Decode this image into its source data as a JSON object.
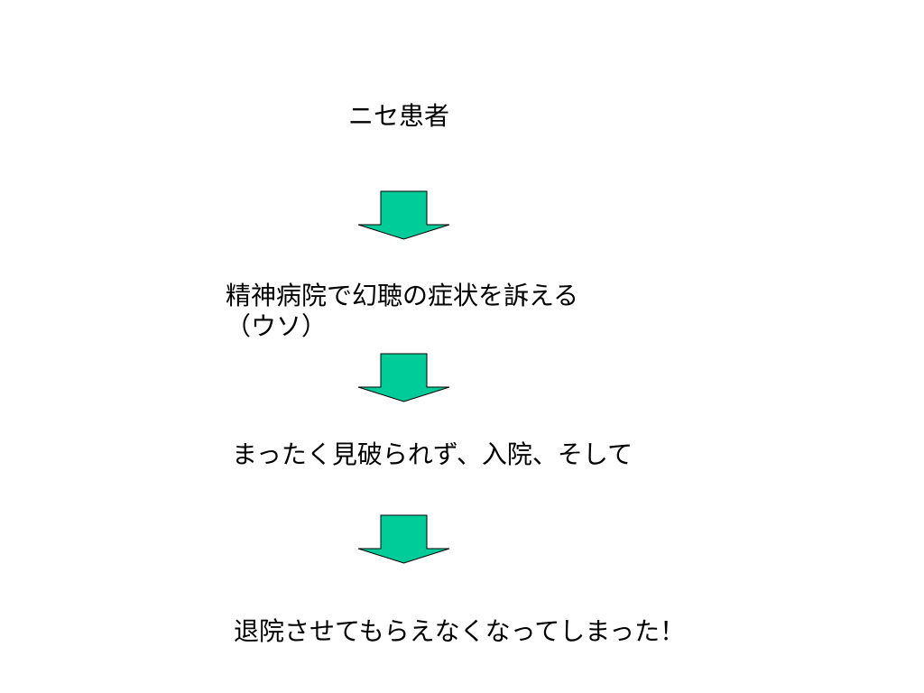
{
  "flow": {
    "steps": [
      {
        "lines": [
          "ニセ患者"
        ]
      },
      {
        "lines": [
          "精神病院で幻聴の症状を訴える",
          "（ウソ）"
        ]
      },
      {
        "lines": [
          "まったく見破られず、入院、そして"
        ]
      },
      {
        "lines": [
          "退院させてもらえなくなってしまった！"
        ]
      }
    ],
    "arrow_fill": "#00cc99",
    "arrow_stroke": "#000000",
    "arrow_icon": "down-arrow-icon"
  }
}
